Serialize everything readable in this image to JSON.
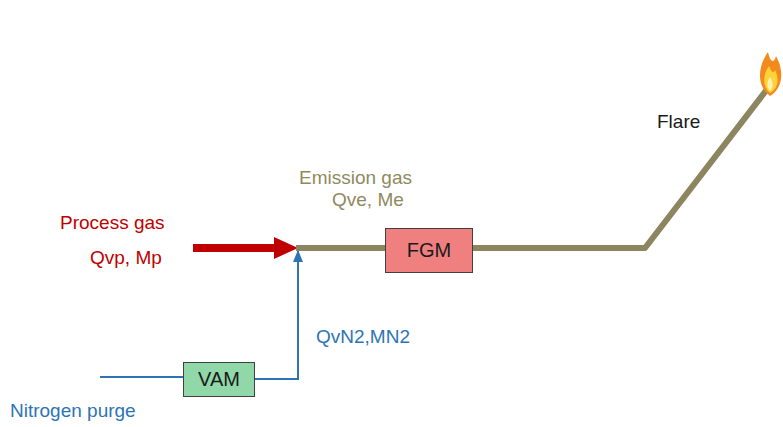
{
  "diagram": {
    "nodes": [
      {
        "text": [
          "FGM"
        ]
      },
      {
        "text": [
          "VAM"
        ]
      }
    ],
    "edges": [
      {
        "from": 1,
        "to": 0,
        "arrow": "to"
      }
    ],
    "labels": [
      "Process gas",
      "Qvp, Mp",
      "Emission gas",
      "Qve, Me",
      "QvN2,MN2",
      "Nitrogen purge",
      "Flare"
    ]
  }
}
